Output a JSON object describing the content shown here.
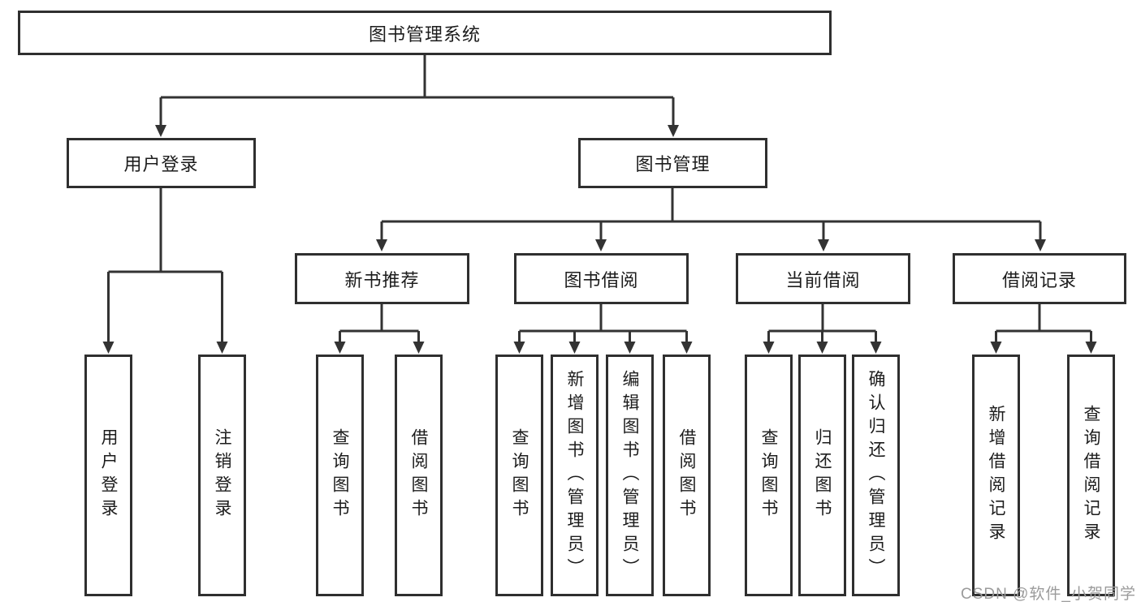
{
  "nodes": {
    "root": "图书管理系统",
    "level2": [
      {
        "label": "用户登录"
      },
      {
        "label": "图书管理"
      }
    ],
    "level3": [
      {
        "label": "新书推荐"
      },
      {
        "label": "图书借阅"
      },
      {
        "label": "当前借阅"
      },
      {
        "label": "借阅记录"
      }
    ],
    "leaves": {
      "login": [
        "用户登录",
        "注销登录"
      ],
      "recommend": [
        "查询图书",
        "借阅图书"
      ],
      "borrow": [
        "查询图书",
        "新增图书（管理员）",
        "编辑图书（管理员）",
        "借阅图书"
      ],
      "current": [
        "查询图书",
        "归还图书",
        "确认归还（管理员）"
      ],
      "record": [
        "新增借阅记录",
        "查询借阅记录"
      ]
    }
  },
  "watermark": "CSDN @软件_小贺同学",
  "colors": {
    "line": "#333333",
    "border": "#2f2f2f",
    "text": "#1c1c1c",
    "watermark": "#9b9b9b",
    "background": "#ffffff"
  }
}
